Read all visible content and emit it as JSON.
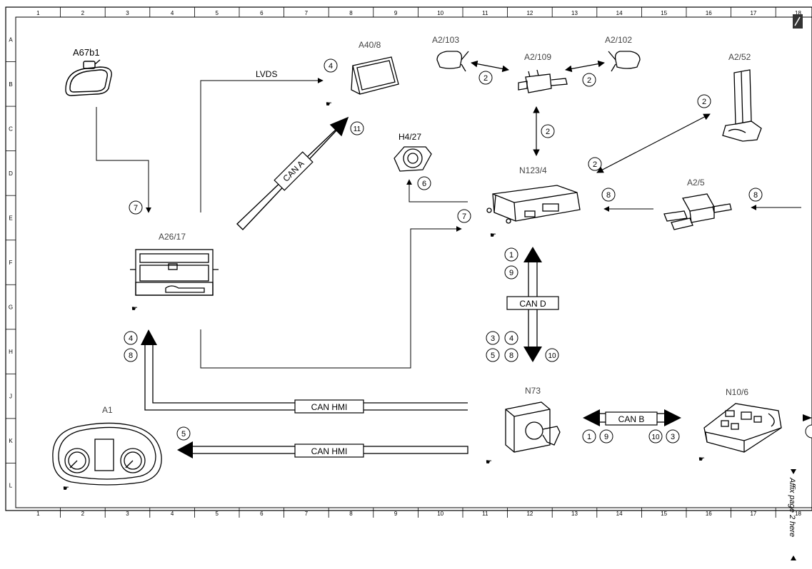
{
  "grid": {
    "columns": [
      "1",
      "2",
      "3",
      "4",
      "5",
      "6",
      "7",
      "8",
      "9",
      "10",
      "11",
      "12",
      "13",
      "14",
      "15",
      "16",
      "17",
      "18"
    ],
    "rows": [
      "A",
      "B",
      "C",
      "D",
      "E",
      "F",
      "G",
      "H",
      "J",
      "K",
      "L"
    ]
  },
  "components": {
    "a67b1": "A67b1",
    "a40_8": "A40/8",
    "a2_103": "A2/103",
    "a2_109": "A2/109",
    "a2_102": "A2/102",
    "a2_52": "A2/52",
    "h4_27": "H4/27",
    "n123_4": "N123/4",
    "a2_5": "A2/5",
    "a26_17": "A26/17",
    "n73": "N73",
    "n10_6": "N10/6",
    "a1": "A1"
  },
  "bus_labels": {
    "lvds": "LVDS",
    "can_a": "CAN A",
    "can_d": "CAN D",
    "can_b": "CAN B",
    "can_hmi_upper": "CAN HMI",
    "can_hmi_lower": "CAN HMI"
  },
  "signal_numbers": {
    "n7_a67": "7",
    "n4_lvds": "4",
    "n11": "11",
    "n2_mirror_left": "2",
    "n2_mirror_right": "2",
    "n2_vertical": "2",
    "n2_a252_top": "2",
    "n2_a252_bottom": "2",
    "n6": "6",
    "n7_n123": "7",
    "n8_a25_left": "8",
    "n8_a25_right": "8",
    "n1_cand": "1",
    "n9_cand": "9",
    "n3_cand": "3",
    "n4_cand": "4",
    "n5_cand": "5",
    "n8_cand": "8",
    "n10_cand": "10",
    "n4_a26": "4",
    "n8_a26": "8",
    "n5_a1": "5",
    "n1_canb": "1",
    "n9_canb": "9",
    "n10_canb": "10",
    "n3_canb": "3"
  },
  "side_note": "Affix page 2 here"
}
